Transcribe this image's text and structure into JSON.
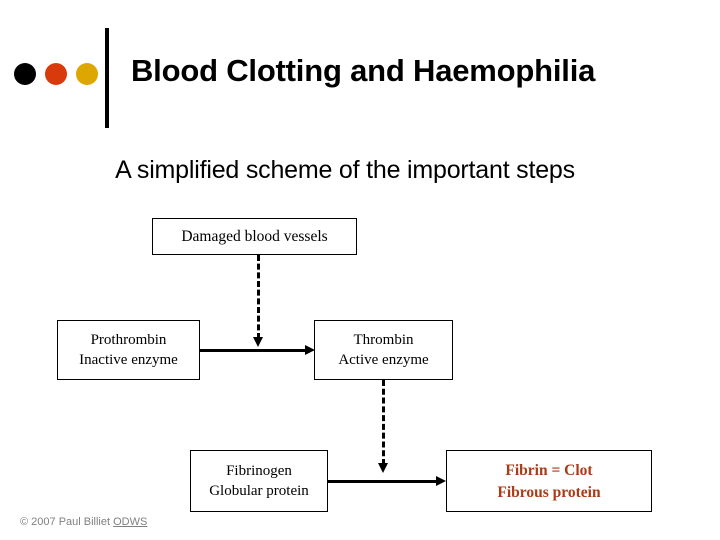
{
  "slide": {
    "title": "Blood Clotting and Haemophilia",
    "subtitle": "A simplified scheme of the important steps",
    "footer": {
      "copyright": "© 2007 Paul Billiet ",
      "link_label": "ODWS"
    }
  },
  "decor": {
    "bullets": [
      {
        "name": "bullet-dot-black",
        "color": "#000000"
      },
      {
        "name": "bullet-dot-red",
        "color": "#D93A0B"
      },
      {
        "name": "bullet-dot-gold",
        "color": "#DDA600"
      }
    ],
    "divider_color": "#000000"
  },
  "diagram": {
    "boxes": [
      {
        "id": "damaged",
        "line1": "Damaged blood vessels",
        "line2": "",
        "text_color": "#000000"
      },
      {
        "id": "prothrombin",
        "line1": "Prothrombin",
        "line2": "Inactive enzyme",
        "text_color": "#000000"
      },
      {
        "id": "thrombin",
        "line1": "Thrombin",
        "line2": "Active enzyme",
        "text_color": "#000000"
      },
      {
        "id": "fibrinogen",
        "line1": "Fibrinogen",
        "line2": "Globular protein",
        "text_color": "#000000"
      },
      {
        "id": "fibrin",
        "line1": "Fibrin = Clot",
        "line2": "Fibrous protein",
        "text_color": "#A93B16"
      }
    ],
    "connectors": [
      {
        "id": "prothrombin-to-thrombin",
        "style": "solid",
        "direction": "right"
      },
      {
        "id": "fibrinogen-to-fibrin",
        "style": "solid",
        "direction": "right"
      },
      {
        "id": "damaged-to-conversion",
        "style": "dashed",
        "direction": "down"
      },
      {
        "id": "thrombin-to-conversion",
        "style": "dashed",
        "direction": "down"
      }
    ]
  }
}
